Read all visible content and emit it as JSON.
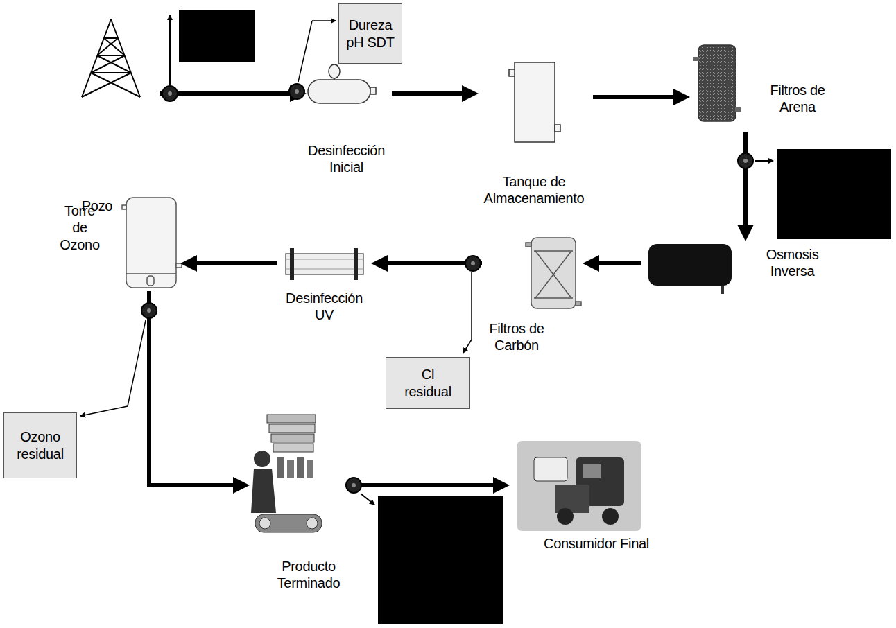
{
  "diagram": {
    "nodes": [
      {
        "text": [
          "Pozo"
        ]
      },
      {
        "text": [
          "Dureza pH SDT"
        ]
      },
      {
        "text": [
          "Desinfección Inicial"
        ]
      },
      {
        "text": [
          "Tanque de Almacenamiento"
        ]
      },
      {
        "text": [
          "Filtros de Arena"
        ]
      },
      {
        "text": [
          "Torre de Ozono"
        ]
      },
      {
        "text": [
          "Desinfección UV"
        ]
      },
      {
        "text": [
          "Filtros de Carbón"
        ]
      },
      {
        "text": [
          "Osmosis Inversa"
        ]
      },
      {
        "text": [
          "Cl residual"
        ]
      },
      {
        "text": [
          "Ozono residual"
        ]
      },
      {
        "text": [
          "Producto Terminado"
        ]
      },
      {
        "text": [
          "Consumidor Final"
        ]
      }
    ],
    "edges": [
      {
        "from": 0,
        "to": 2,
        "arrow": "to"
      },
      {
        "from": 2,
        "to": 3,
        "arrow": "to"
      },
      {
        "from": 3,
        "to": 4,
        "arrow": "to"
      },
      {
        "from": 4,
        "to": 8,
        "arrow": "to"
      },
      {
        "from": 8,
        "to": 7,
        "arrow": "to"
      },
      {
        "from": 7,
        "to": 6,
        "arrow": "to"
      },
      {
        "from": 6,
        "to": 5,
        "arrow": "to"
      },
      {
        "from": 5,
        "to": 11,
        "arrow": "to"
      },
      {
        "from": 11,
        "to": 12,
        "arrow": "to"
      }
    ]
  }
}
